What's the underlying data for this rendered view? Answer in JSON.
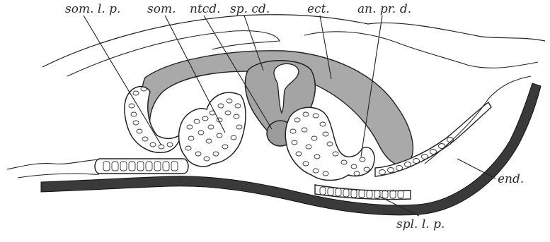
{
  "figure": {
    "labels": {
      "som_l_p": "som. l. p.",
      "som": "som.",
      "ntcd": "ntcd.",
      "sp_cd": "sp. cd.",
      "ect": "ect.",
      "an_pr_d": "an. pr. d.",
      "end": "end.",
      "spl_l_p": "spl. l. p."
    },
    "colors": {
      "ink": "#222222",
      "neural_gray": "#aaaaaa",
      "dark_band": "#333333",
      "paper": "#ffffff"
    }
  }
}
